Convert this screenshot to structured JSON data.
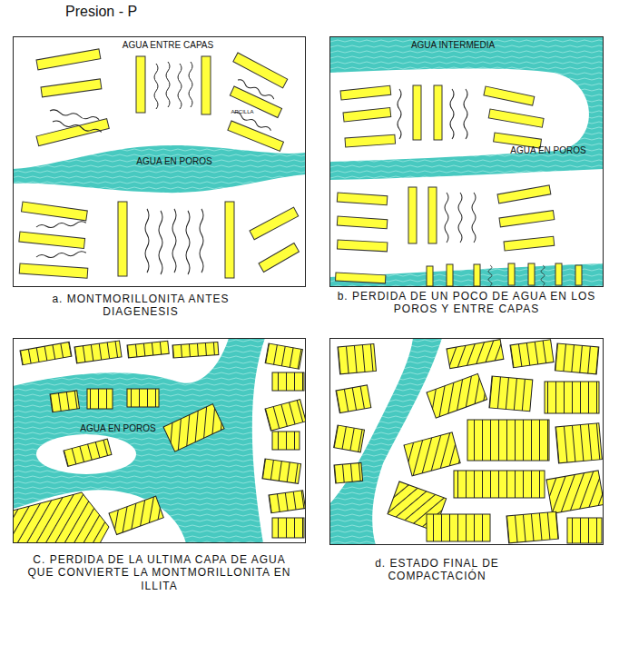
{
  "diagram": {
    "title": "Presion - P",
    "nodes": [
      {
        "text": [
          "AGUA ENTRE CAPAS",
          "ARCILLA",
          "AGUA EN POROS",
          "a. MONTMORILLONITA ANTES DIAGENESIS"
        ]
      },
      {
        "text": [
          "AGUA INTERMEDIA",
          "AGUA EN POROS",
          "b. PERDIDA DE UN POCO DE AGUA EN LOS POROS Y ENTRE CAPAS"
        ]
      },
      {
        "text": [
          "AGUA EN POROS",
          "C. PERDIDA DE LA ULTIMA CAPA DE AGUA QUE CONVIERTE LA MONTMORILLONITA EN ILLITA"
        ]
      },
      {
        "text": [
          "d. ESTADO FINAL DE COMPACTACIÓN"
        ]
      }
    ]
  }
}
